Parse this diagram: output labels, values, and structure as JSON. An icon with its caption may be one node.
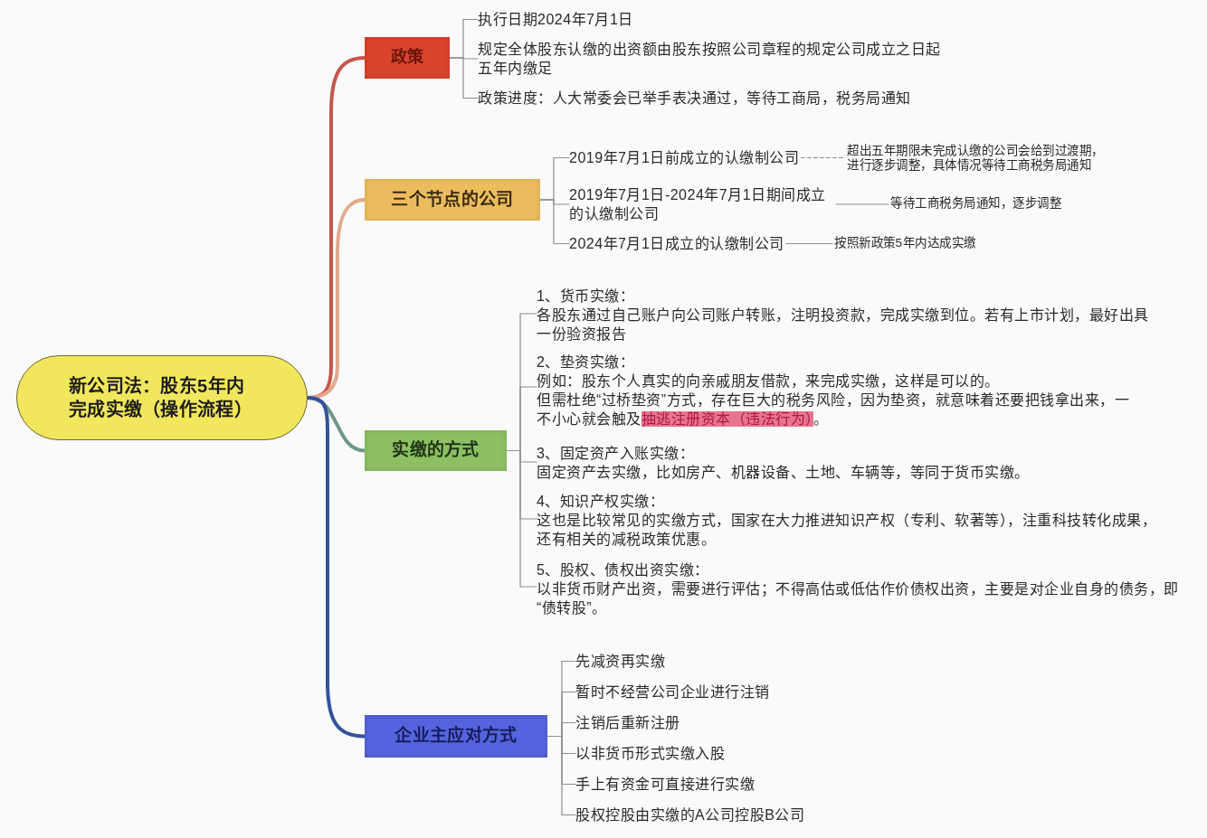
{
  "diagram": {
    "nodes": [
      {
        "text": [
          "新公司法：股东5年内完成实缴（操作流程）"
        ]
      },
      {
        "text": [
          "政策"
        ]
      },
      {
        "text": [
          "执行日期2024年7月1日"
        ]
      },
      {
        "text": [
          "规定全体股东认缴的出资额由股东按照公司章程的规定公司成立之日起五年内缴足"
        ]
      },
      {
        "text": [
          "政策进度：人大常委会已举手表决通过，等待工商局，税务局通知"
        ]
      },
      {
        "text": [
          "三个节点的公司"
        ]
      },
      {
        "text": [
          "2019年7月1日前成立的认缴制公司"
        ]
      },
      {
        "text": [
          "超出五年期限未完成认缴的公司会给到过渡期，进行逐步调整，具体情况等待工商税务局通知"
        ]
      },
      {
        "text": [
          "2019年7月1日-2024年7月1日期间成立的认缴制公司"
        ]
      },
      {
        "text": [
          "等待工商税务局通知，逐步调整"
        ]
      },
      {
        "text": [
          "2024年7月1日成立的认缴制公司"
        ]
      },
      {
        "text": [
          "按照新政策5年内达成实缴"
        ]
      },
      {
        "text": [
          "实缴的方式"
        ]
      },
      {
        "text": [
          "1、货币实缴：",
          "各股东通过自己账户向公司账户转账，注明投资款，完成实缴到位。若有上市计划，最好出具一份验资报告"
        ]
      },
      {
        "text": [
          "2、垫资实缴：",
          "例如：股东个人真实的向亲戚朋友借款，来完成实缴，这样是可以的。",
          "但需杜绝“过桥垫资”方式，存在巨大的税务风险，因为垫资，就意味着还要把钱拿出来，一不小心就会触及**抽逃注册资本（违法行为）**。"
        ]
      },
      {
        "text": [
          "3、固定资产入账实缴：",
          "固定资产去实缴，比如房产、机器设备、土地、车辆等，等同于货币实缴。"
        ]
      },
      {
        "text": [
          "4、知识产权实缴：",
          "这也是比较常见的实缴方式，国家在大力推进知识产权（专利、软著等），注重科技转化成果，还有相关的减税政策优惠。"
        ]
      },
      {
        "text": [
          "5、股权、债权出资实缴：",
          "以非货币财产出资，需要进行评估；不得高估或低估作价债权出资，主要是对企业自身的债务，即“债转股”。"
        ]
      },
      {
        "text": [
          "企业主应对方式"
        ]
      },
      {
        "text": [
          "先减资再实缴"
        ]
      },
      {
        "text": [
          "暂时不经营公司企业进行注销"
        ]
      },
      {
        "text": [
          "注销后重新注册"
        ]
      },
      {
        "text": [
          "以非货币形式实缴入股"
        ]
      },
      {
        "text": [
          "手上有资金可直接进行实缴"
        ]
      },
      {
        "text": [
          "股权控股由实缴的A公司控股B公司"
        ]
      }
    ],
    "edges": [
      {
        "from": 0,
        "to": 1,
        "arrow": "none",
        "style": "thick",
        "color": "#c4574a"
      },
      {
        "from": 0,
        "to": 5,
        "arrow": "none",
        "style": "thick",
        "color": "#e2a98c"
      },
      {
        "from": 0,
        "to": 12,
        "arrow": "none",
        "style": "thick",
        "color": "#6e9888"
      },
      {
        "from": 0,
        "to": 18,
        "arrow": "none",
        "style": "thick",
        "color": "#34539b"
      },
      {
        "from": 1,
        "to": 2,
        "arrow": "none"
      },
      {
        "from": 1,
        "to": 3,
        "arrow": "none"
      },
      {
        "from": 1,
        "to": 4,
        "arrow": "none"
      },
      {
        "from": 5,
        "to": 6,
        "arrow": "none"
      },
      {
        "from": 5,
        "to": 8,
        "arrow": "none"
      },
      {
        "from": 5,
        "to": 10,
        "arrow": "none"
      },
      {
        "from": 6,
        "to": 7,
        "arrow": "none",
        "style": "dashed"
      },
      {
        "from": 8,
        "to": 9,
        "arrow": "none"
      },
      {
        "from": 10,
        "to": 11,
        "arrow": "none"
      },
      {
        "from": 12,
        "to": 13,
        "arrow": "none"
      },
      {
        "from": 12,
        "to": 14,
        "arrow": "none"
      },
      {
        "from": 12,
        "to": 15,
        "arrow": "none"
      },
      {
        "from": 12,
        "to": 16,
        "arrow": "none"
      },
      {
        "from": 12,
        "to": 17,
        "arrow": "none"
      },
      {
        "from": 18,
        "to": 19,
        "arrow": "none"
      },
      {
        "from": 18,
        "to": 20,
        "arrow": "none"
      },
      {
        "from": 18,
        "to": 21,
        "arrow": "none"
      },
      {
        "from": 18,
        "to": 22,
        "arrow": "none"
      },
      {
        "from": 18,
        "to": 23,
        "arrow": "none"
      },
      {
        "from": 18,
        "to": 24,
        "arrow": "none"
      }
    ]
  }
}
